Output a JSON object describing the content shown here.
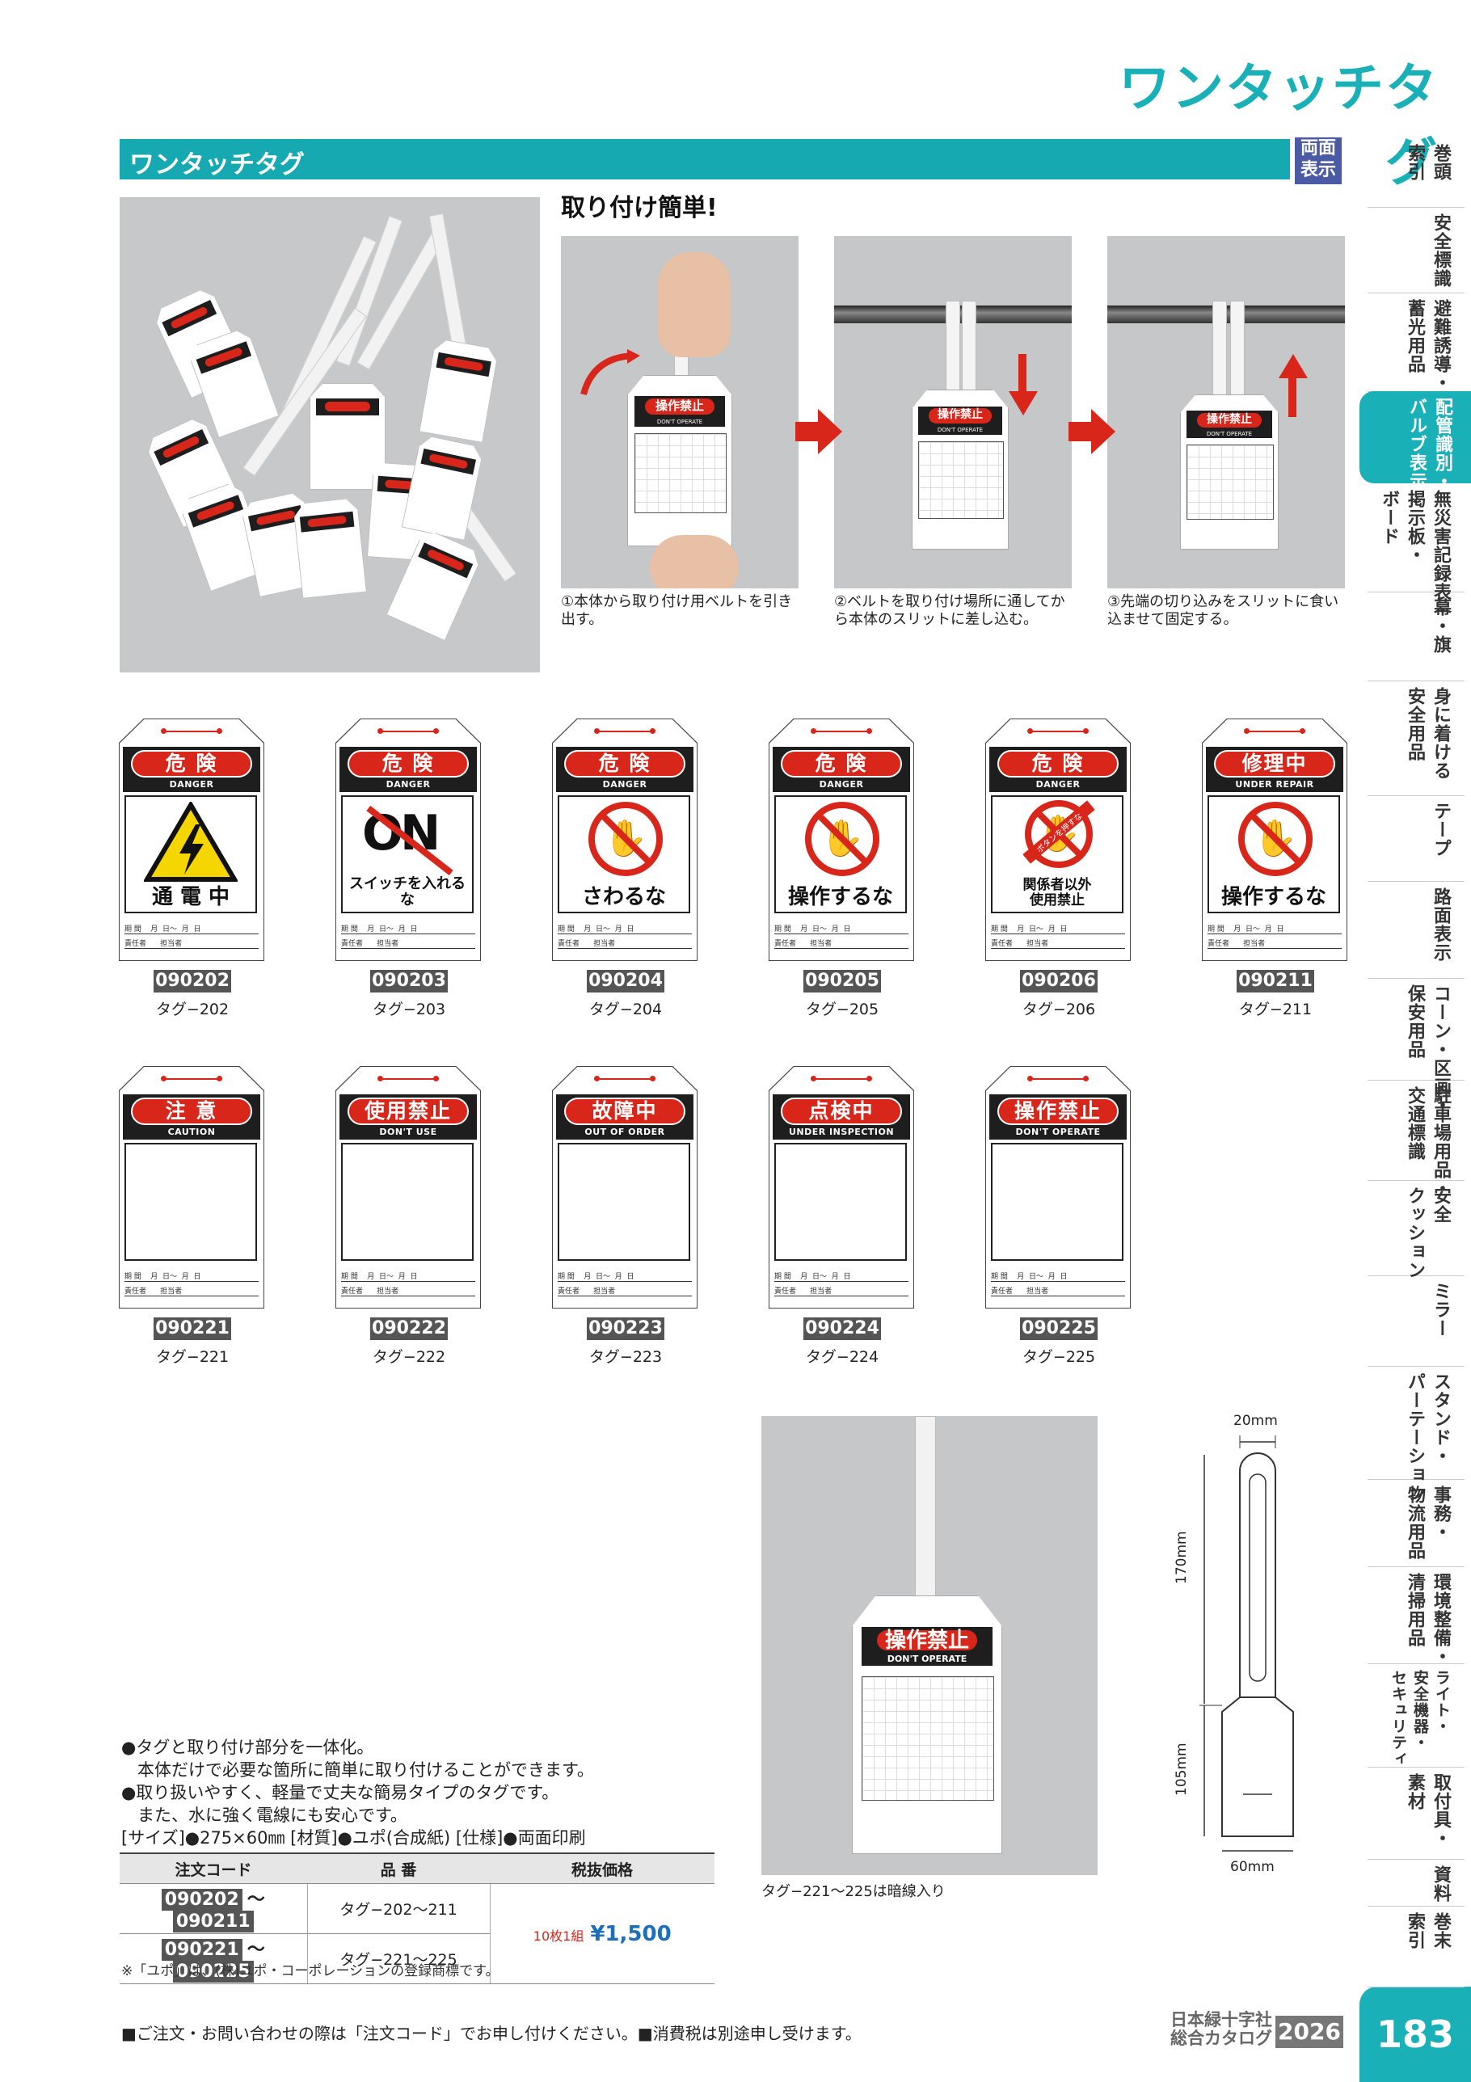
{
  "header": {
    "title": "ワンタッチタグ",
    "section": "ワンタッチタグ",
    "badge": "両面\n表示"
  },
  "howto": {
    "title": "取り付け簡単!",
    "steps": [
      "①本体から取り付け用ベルトを引き出す。",
      "②ベルトを取り付け場所に通してから本体のスリットに差し込む。",
      "③先端の切り込みをスリットに食い込ませて固定する。"
    ],
    "tag_jp": "操作禁止",
    "tag_en": "DON'T OPERATE"
  },
  "tag_rows": {
    "period": "期 間    月  日〜  月  日",
    "person": "責任者      担当者"
  },
  "tags": [
    {
      "code": "090202",
      "model": "タグ−202",
      "jp": "危 険",
      "en": "DANGER",
      "msg": "通 電 中",
      "pic": "electric-hazard"
    },
    {
      "code": "090203",
      "model": "タグ−203",
      "jp": "危 険",
      "en": "DANGER",
      "msg": "スイッチを入れるな",
      "pic": "no-on",
      "pic_text": "ON"
    },
    {
      "code": "090204",
      "model": "タグ−204",
      "jp": "危 険",
      "en": "DANGER",
      "msg": "さわるな",
      "pic": "no-touch"
    },
    {
      "code": "090205",
      "model": "タグ−205",
      "jp": "危 険",
      "en": "DANGER",
      "msg": "操作するな",
      "pic": "no-touch"
    },
    {
      "code": "090206",
      "model": "タグ−206",
      "jp": "危 険",
      "en": "DANGER",
      "msg": "関係者以外\n使用禁止",
      "pic": "no-use",
      "pic_text": "ボタンを押すな"
    },
    {
      "code": "090211",
      "model": "タグ−211",
      "jp": "修理中",
      "en": "UNDER REPAIR",
      "msg": "操作するな",
      "pic": "no-touch"
    },
    {
      "code": "090221",
      "model": "タグ−221",
      "jp": "注 意",
      "en": "CAUTION",
      "msg": "",
      "pic": "blank"
    },
    {
      "code": "090222",
      "model": "タグ−222",
      "jp": "使用禁止",
      "en": "DON'T USE",
      "msg": "",
      "pic": "blank"
    },
    {
      "code": "090223",
      "model": "タグ−223",
      "jp": "故障中",
      "en": "OUT OF ORDER",
      "msg": "",
      "pic": "blank"
    },
    {
      "code": "090224",
      "model": "タグ−224",
      "jp": "点検中",
      "en": "UNDER INSPECTION",
      "msg": "",
      "pic": "blank"
    },
    {
      "code": "090225",
      "model": "タグ−225",
      "jp": "操作禁止",
      "en": "DON'T OPERATE",
      "msg": "",
      "pic": "blank"
    }
  ],
  "photo_caption": "タグ−221〜225は暗線入り",
  "dimensions": {
    "top_width": "20mm",
    "belt_length": "170mm",
    "tag_length": "105mm",
    "tag_width": "60mm"
  },
  "features": [
    "●タグと取り付け部分を一体化。",
    "本体だけで必要な箇所に簡単に取り付けることができます。",
    "●取り扱いやすく、軽量で丈夫な簡易タイプのタグです。",
    "また、水に強く電線にも安心です。"
  ],
  "spec": "[サイズ]●275×60㎜  [材質]●ユポ(合成紙)  [仕様]●両面印刷",
  "price_table": {
    "headers": [
      "注文コード",
      "品 番",
      "税抜価格"
    ],
    "rows": [
      {
        "code_from": "090202",
        "code_to": "090211",
        "model": "タグ−202〜211"
      },
      {
        "code_from": "090221",
        "code_to": "090225",
        "model": "タグ−221〜225"
      }
    ],
    "tilde": "〜",
    "unit": "10枚1組",
    "price": "¥1,500"
  },
  "trademark": "※「ユポ」は、(株)ユポ・コーポレーションの登録商標です。",
  "footnote": "■ご注文・お問い合わせの際は「注文コード」でお申し付けください。■消費税は別途申し受けます。",
  "publisher": "日本緑十字社\n総合カタログ",
  "year": "2026",
  "page_number": "183",
  "index_tabs": [
    "巻頭\n索引",
    "安全標識",
    "避難誘導・\n蓄光用品",
    "配管識別・\nバルブ表示",
    "無災害記録表・\n掲示板・\nボード",
    "幕・旗",
    "身に着ける\n安全用品",
    "テープ",
    "路面表示",
    "コーン・区画・\n保安用品",
    "駐車場用品・\n交通標識",
    "安全\nクッション",
    "ミラー",
    "スタンド・\nパーテーション",
    "事務・\n物流用品",
    "環境整備・\n清掃用品",
    "ライト・\n安全機器・\nセキュリティ",
    "取付具・\n素材",
    "資料",
    "巻末\n索引"
  ],
  "colors": {
    "accent": "#1ab0b8",
    "danger": "#d8261b",
    "badge": "#4b5aa5"
  }
}
